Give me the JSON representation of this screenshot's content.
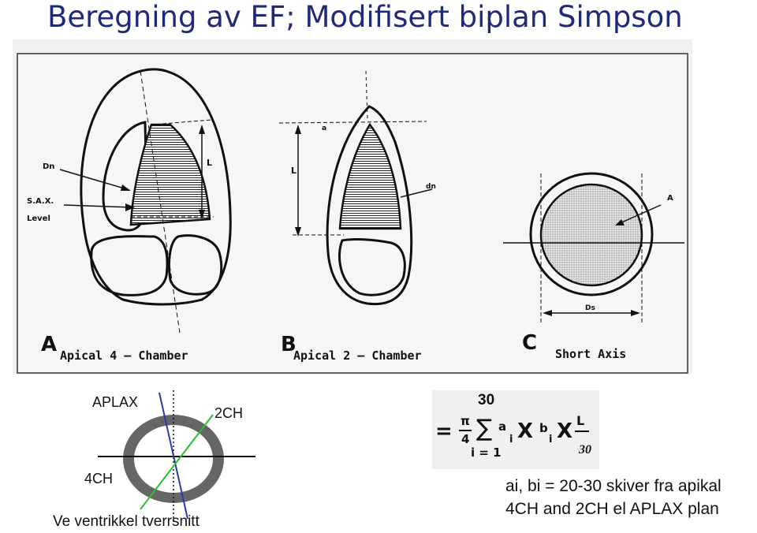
{
  "title": "Beregning av EF; Modifisert biplan Simpson",
  "figure": {
    "panel_a": {
      "letter": "A",
      "caption": "Apical 4 — Chamber",
      "label_dn": "Dn",
      "label_sax": "S.A.X.",
      "label_level": "Level",
      "label_l": "L"
    },
    "panel_b": {
      "letter": "B",
      "caption": "Apical 2 — Chamber",
      "label_a": "a",
      "label_l": "L",
      "label_dn": "dn"
    },
    "panel_c": {
      "letter": "C",
      "caption": "Short Axis",
      "label_a": "A",
      "label_ds": "Ds"
    }
  },
  "cross_section": {
    "label_aplax": "APLAX",
    "label_2ch": "2CH",
    "label_4ch": "4CH",
    "caption": "Ve ventrikkel tverrsnitt",
    "colors": {
      "ring": "#666666",
      "blue_line": "#2a3aa8",
      "green_line": "#2bbf2b"
    }
  },
  "formula": {
    "upper_limit": "30",
    "equals": "=",
    "pi": "π",
    "four": "4",
    "sigma": "∑",
    "a": "a",
    "i1": "i",
    "x1": "X",
    "b": "b",
    "i2": "i",
    "x2": "X",
    "L": "L",
    "lower_index": "i = 1",
    "denominator": "30"
  },
  "notes": {
    "line1": "ai, bi = 20-30 skiver fra apikal",
    "line2": "4CH and 2CH el APLAX plan"
  }
}
